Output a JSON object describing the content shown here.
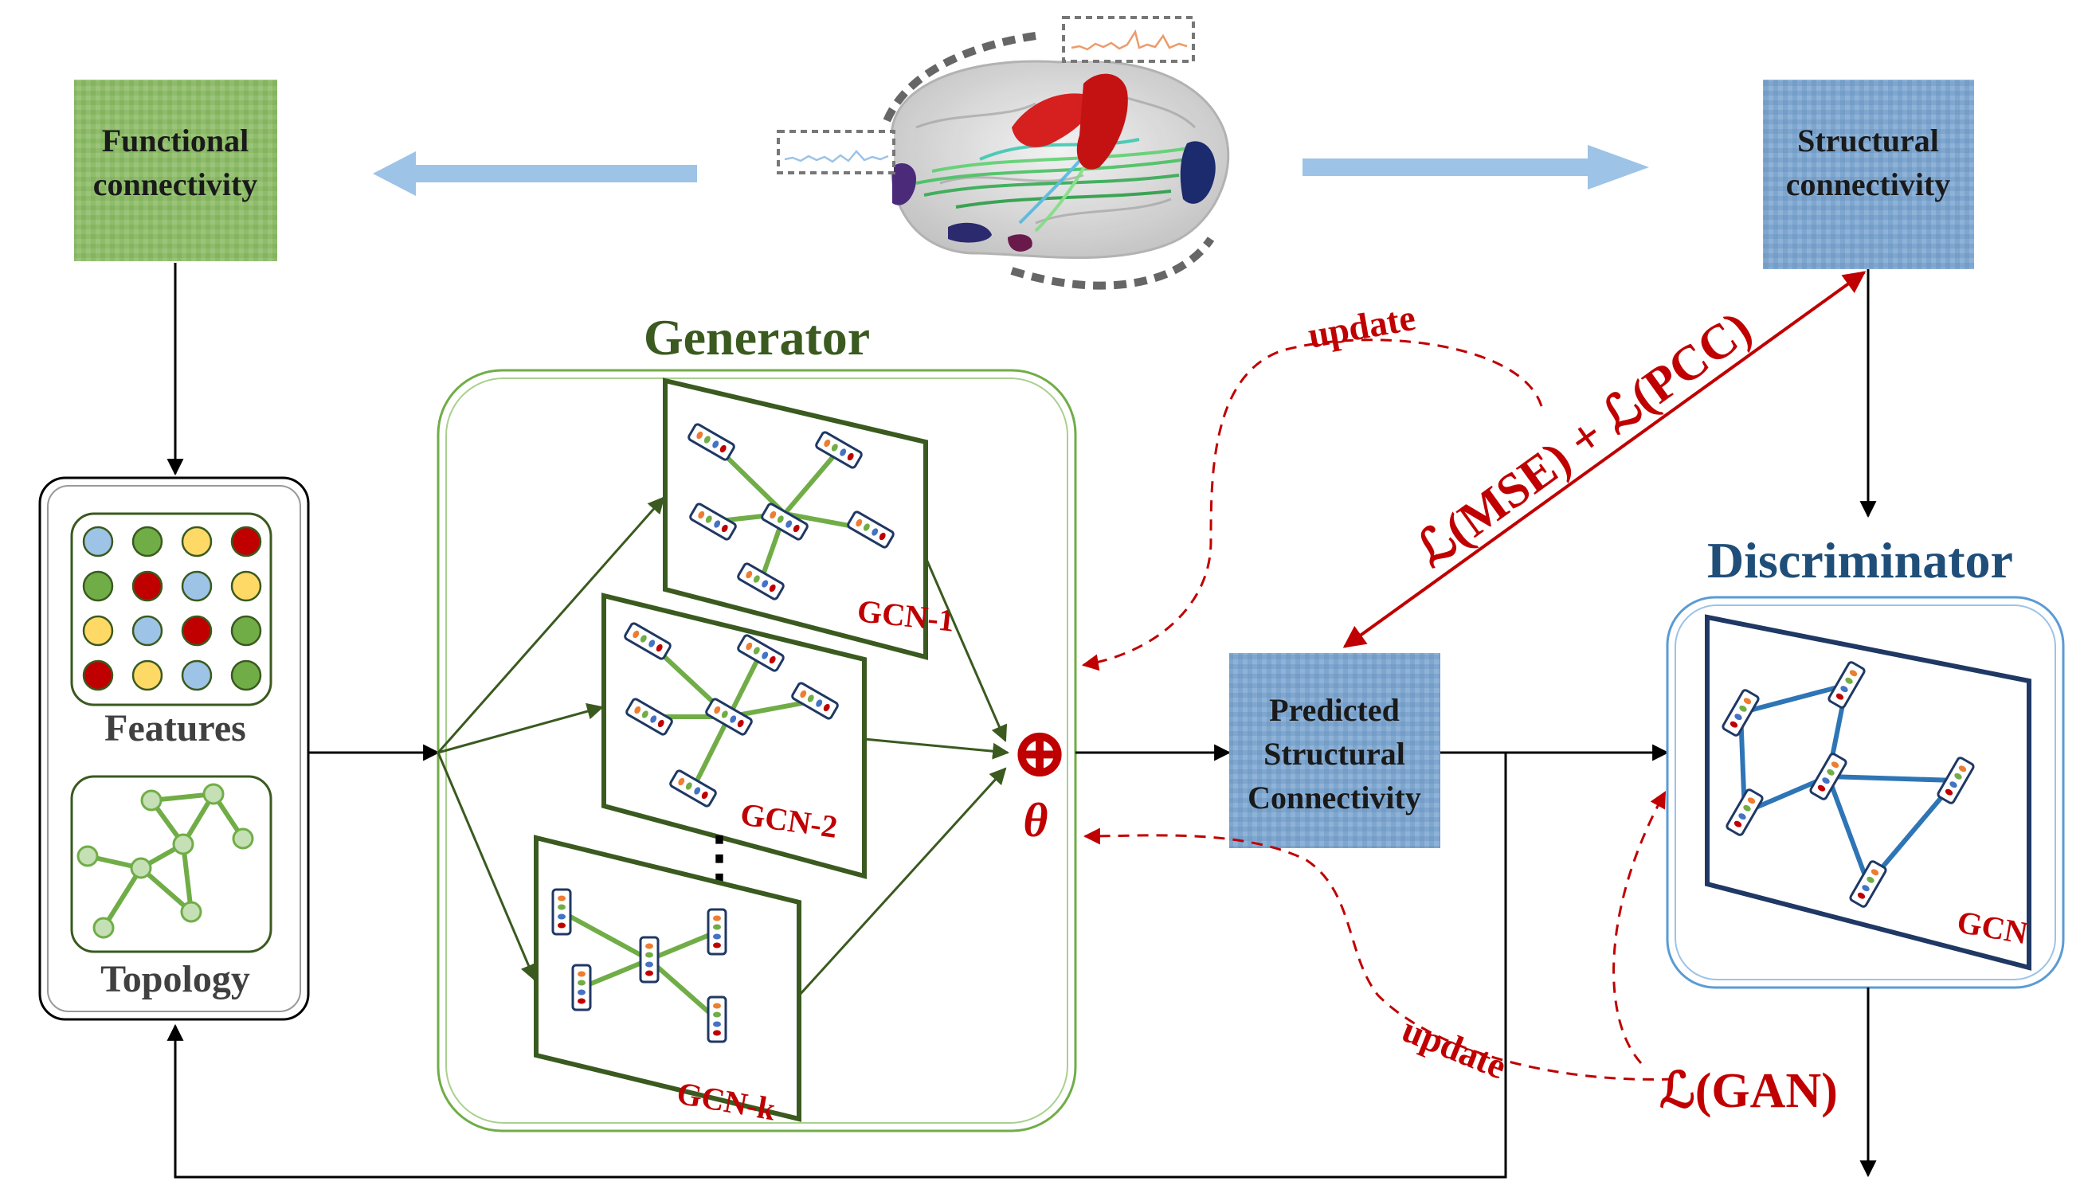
{
  "boxes": {
    "functional": {
      "line1": "Functional",
      "line2": "connectivity"
    },
    "structural": {
      "line1": "Structural",
      "line2": "connectivity"
    },
    "predicted": {
      "line1": "Predicted",
      "line2": "Structural",
      "line3": "Connectivity"
    }
  },
  "input_panel": {
    "features_label": "Features",
    "topology_label": "Topology"
  },
  "generator": {
    "title": "Generator",
    "gcn_labels": [
      "GCN-1",
      "GCN-2",
      "GCN-k"
    ],
    "ellipsis": "⋮",
    "aggregate_symbol": "⊕",
    "theta": "θ"
  },
  "discriminator": {
    "title": "Discriminator",
    "gcn_label": "GCN"
  },
  "losses": {
    "supervised": "ℒ(MSE) + ℒ(PCC)",
    "adversarial": "ℒ(GAN)"
  },
  "update_labels": [
    "update",
    "update"
  ],
  "feature_grid_colors": [
    [
      "#9dc3e6",
      "#70ad47",
      "#ffd966",
      "#c00000"
    ],
    [
      "#70ad47",
      "#c00000",
      "#9dc3e6",
      "#ffd966"
    ],
    [
      "#ffd966",
      "#9dc3e6",
      "#c00000",
      "#70ad47"
    ],
    [
      "#c00000",
      "#ffd966",
      "#9dc3e6",
      "#70ad47"
    ]
  ],
  "colors": {
    "generator_green": "#3a5a1f",
    "discriminator_blue": "#1f4e79",
    "loss_red": "#c00000",
    "functional_box": "#8fbc6a",
    "structural_box": "#7ea6cf",
    "brain_arrow": "#9dc3e6"
  }
}
